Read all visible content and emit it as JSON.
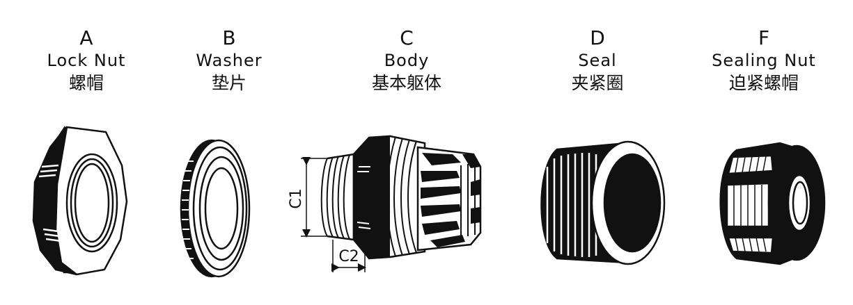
{
  "parts": [
    {
      "letter": "A",
      "name_en": "Lock Nut",
      "name_cn": "螺帽"
    },
    {
      "letter": "B",
      "name_en": "Washer",
      "name_cn": "垫片"
    },
    {
      "letter": "C",
      "name_en": "Body",
      "name_cn": "基本躯体"
    },
    {
      "letter": "D",
      "name_en": "Seal",
      "name_cn": "夹紧圈"
    },
    {
      "letter": "F",
      "name_en": "Sealing Nut",
      "name_cn": "迫紧螺帽"
    }
  ],
  "dimensions": {
    "c1": "C1",
    "c2": "C2"
  }
}
